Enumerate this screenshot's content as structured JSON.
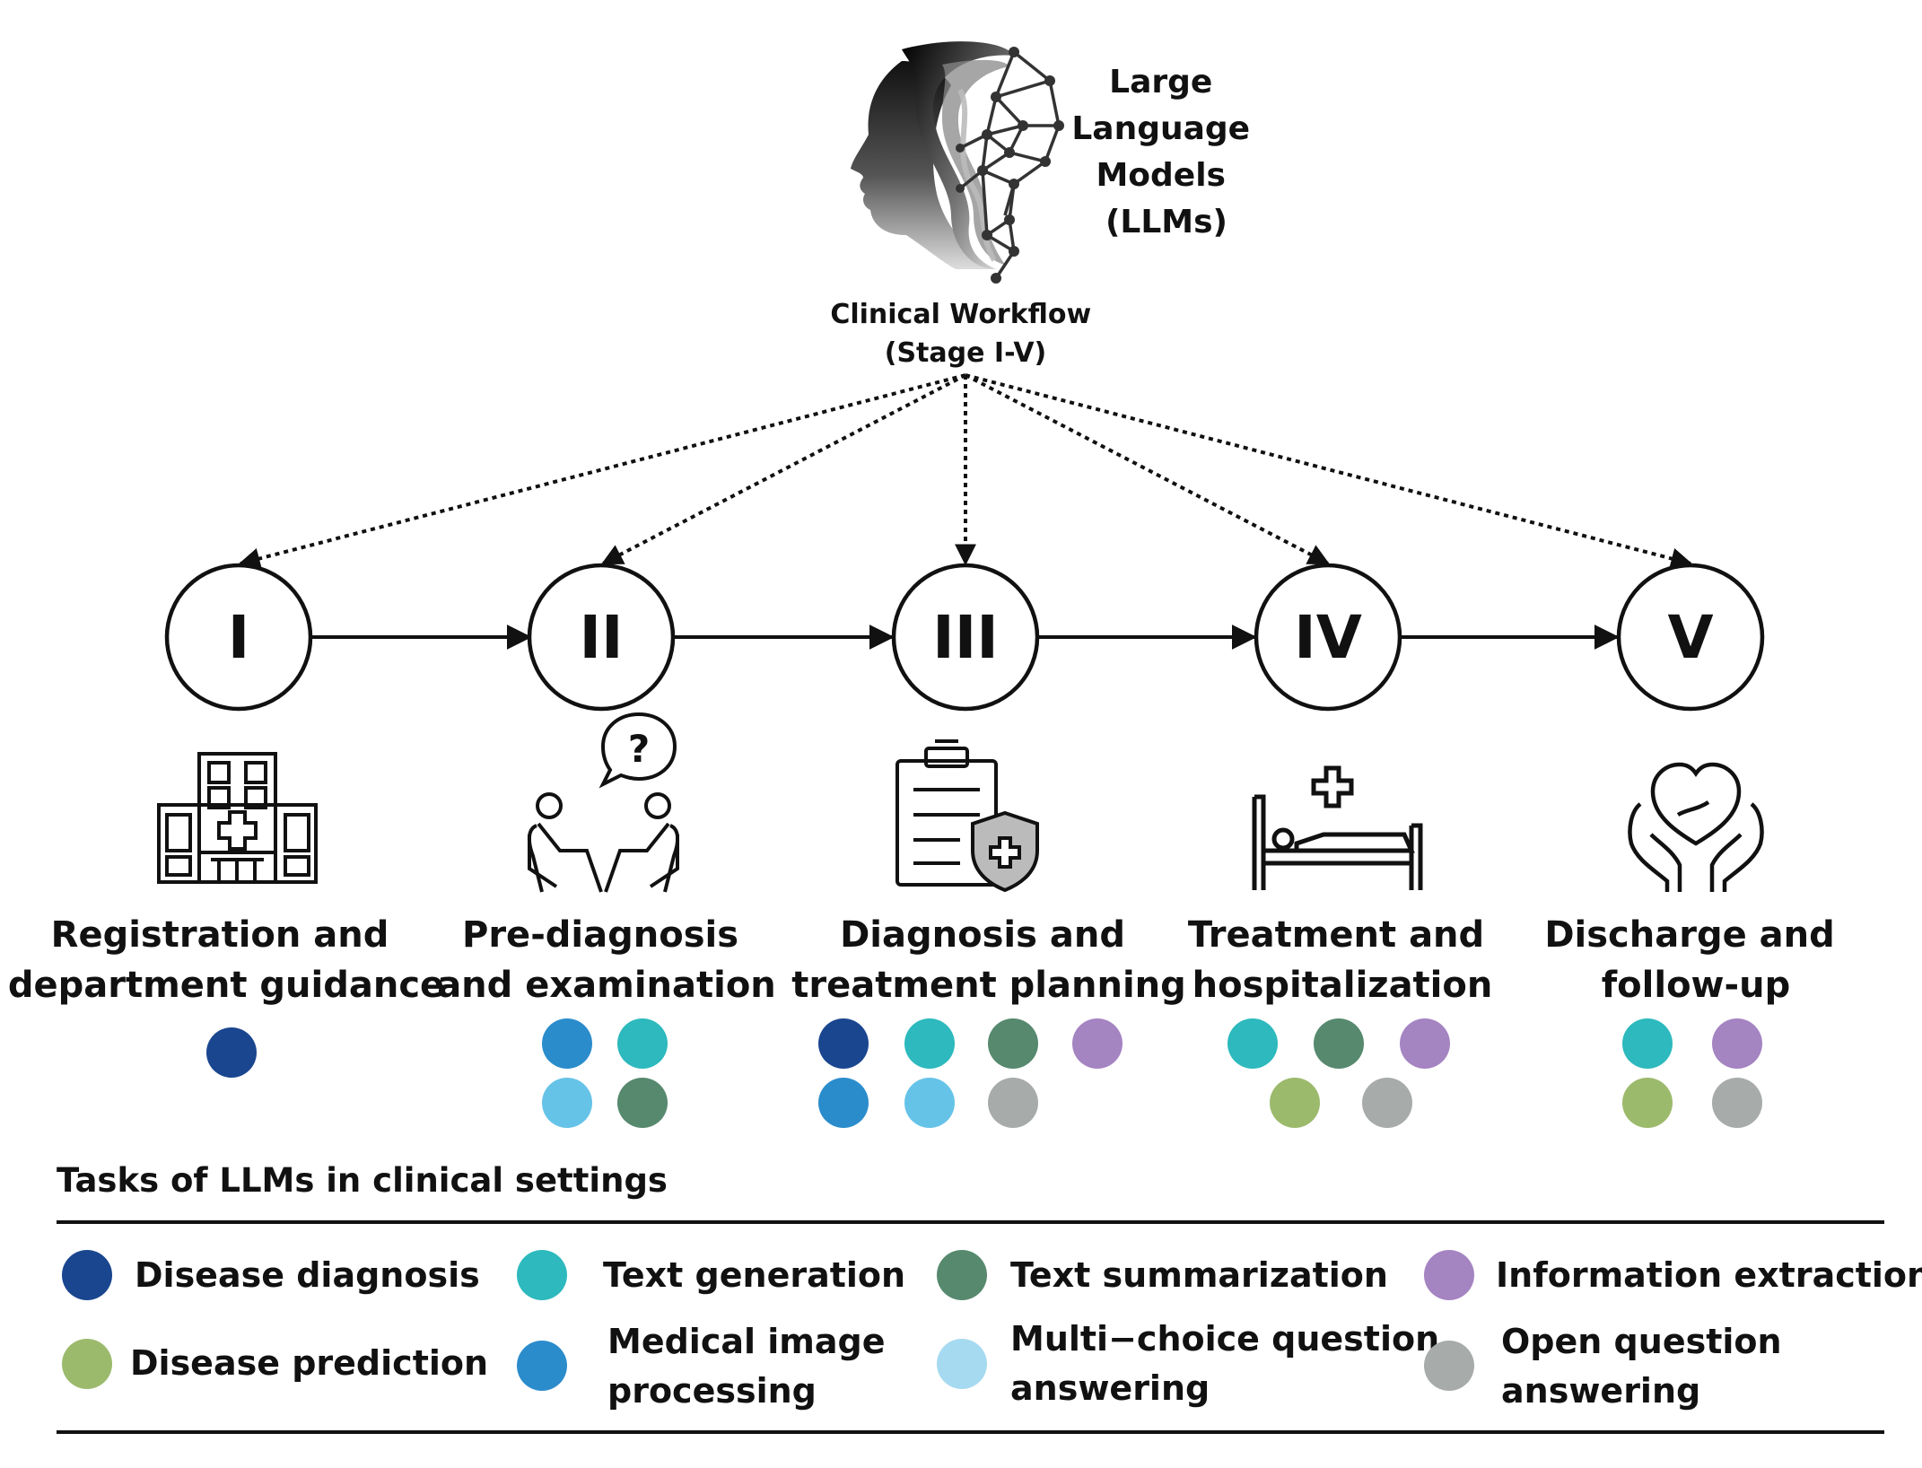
{
  "llm": {
    "title_lines": [
      "Large",
      "Language",
      "Models",
      "(LLMs)"
    ]
  },
  "workflow": {
    "title_line1": "Clinical Workflow",
    "title_line2": "(Stage I-V)"
  },
  "stages": [
    {
      "numeral": "I",
      "icon": "hospital-icon",
      "label_lines": [
        "Registration and",
        "department guidance"
      ],
      "tasks": [
        "disease_diagnosis"
      ]
    },
    {
      "numeral": "II",
      "icon": "consultation-icon",
      "label_lines": [
        "Pre-diagnosis",
        "and examination"
      ],
      "tasks": [
        "medical_image_processing",
        "text_generation",
        "multi_choice_qa",
        "text_summarization"
      ]
    },
    {
      "numeral": "III",
      "icon": "clipboard-shield-icon",
      "label_lines": [
        "Diagnosis and",
        "treatment planning"
      ],
      "tasks": [
        "disease_diagnosis",
        "text_generation",
        "text_summarization",
        "information_extraction",
        "medical_image_processing",
        "multi_choice_qa",
        "open_qa"
      ]
    },
    {
      "numeral": "IV",
      "icon": "hospital-bed-icon",
      "label_lines": [
        "Treatment and",
        "hospitalization"
      ],
      "tasks": [
        "text_generation",
        "text_summarization",
        "information_extraction",
        "disease_prediction",
        "open_qa"
      ]
    },
    {
      "numeral": "V",
      "icon": "heart-hands-icon",
      "label_lines": [
        "Discharge and",
        "follow-up"
      ],
      "tasks": [
        "text_generation",
        "information_extraction",
        "disease_prediction",
        "open_qa"
      ]
    }
  ],
  "legend": {
    "title": "Tasks of LLMs in clinical settings",
    "items": [
      {
        "key": "disease_diagnosis",
        "label_lines": [
          "Disease diagnosis"
        ],
        "color": "#1a468f"
      },
      {
        "key": "text_generation",
        "label_lines": [
          "Text generation"
        ],
        "color": "#2db9bd"
      },
      {
        "key": "text_summarization",
        "label_lines": [
          "Text summarization"
        ],
        "color": "#56896e"
      },
      {
        "key": "information_extraction",
        "label_lines": [
          "Information extraction"
        ],
        "color": "#a584c2"
      },
      {
        "key": "disease_prediction",
        "label_lines": [
          "Disease prediction"
        ],
        "color": "#9cba6c"
      },
      {
        "key": "medical_image_processing",
        "label_lines": [
          "Medical image",
          "processing"
        ],
        "color": "#2b8ccc"
      },
      {
        "key": "multi_choice_qa",
        "label_lines": [
          "Multi−choice question",
          "answering"
        ],
        "color": "#a6daf0"
      },
      {
        "key": "open_qa",
        "label_lines": [
          "Open question",
          "answering"
        ],
        "color": "#a7aba9"
      }
    ]
  },
  "colors": {
    "stroke": "#111111",
    "text": "#111111",
    "stage_three_multi_choice_dot": "#66c3e8",
    "stage_two_multi_choice_dot": "#66c3e8"
  }
}
